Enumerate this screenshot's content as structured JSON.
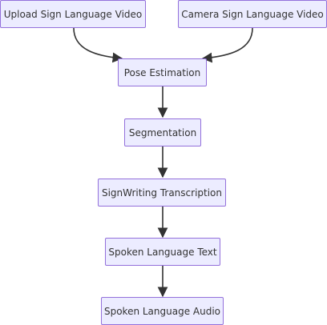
{
  "nodes": {
    "upload": "Upload Sign Language Video",
    "camera": "Camera Sign Language Video",
    "pose": "Pose Estimation",
    "segmentation": "Segmentation",
    "signwriting": "SignWriting Transcription",
    "text": "Spoken Language Text",
    "audio": "Spoken Language Audio"
  },
  "edges": [
    {
      "from": "Upload Sign Language Video",
      "to": "Pose Estimation"
    },
    {
      "from": "Camera Sign Language Video",
      "to": "Pose Estimation"
    },
    {
      "from": "Pose Estimation",
      "to": "Segmentation"
    },
    {
      "from": "Segmentation",
      "to": "SignWriting Transcription"
    },
    {
      "from": "SignWriting Transcription",
      "to": "Spoken Language Text"
    },
    {
      "from": "Spoken Language Text",
      "to": "Spoken Language Audio"
    }
  ],
  "colors": {
    "node_fill": "#ececff",
    "node_border": "#9370db",
    "edge": "#333333",
    "text": "#333333"
  }
}
